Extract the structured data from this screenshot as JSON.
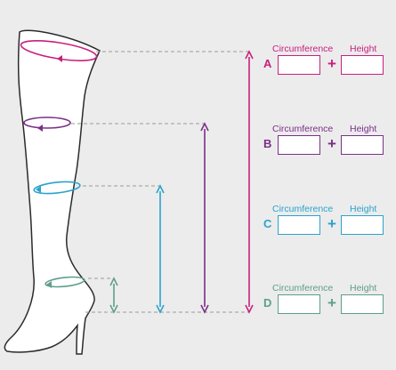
{
  "rows": [
    {
      "letter": "A",
      "circumference_label": "Circumference",
      "height_label": "Height",
      "plus": "+",
      "color": "#c8207f"
    },
    {
      "letter": "B",
      "circumference_label": "Circumference",
      "height_label": "Height",
      "plus": "+",
      "color": "#7b2f88"
    },
    {
      "letter": "C",
      "circumference_label": "Circumference",
      "height_label": "Height",
      "plus": "+",
      "color": "#2aa3cc"
    },
    {
      "letter": "D",
      "circumference_label": "Circumference",
      "height_label": "Height",
      "plus": "+",
      "color": "#5e9e8c"
    }
  ],
  "colors": {
    "background": "#ececec",
    "boot_outline": "#2b2b2b",
    "guide_line": "#9a9a9a"
  }
}
